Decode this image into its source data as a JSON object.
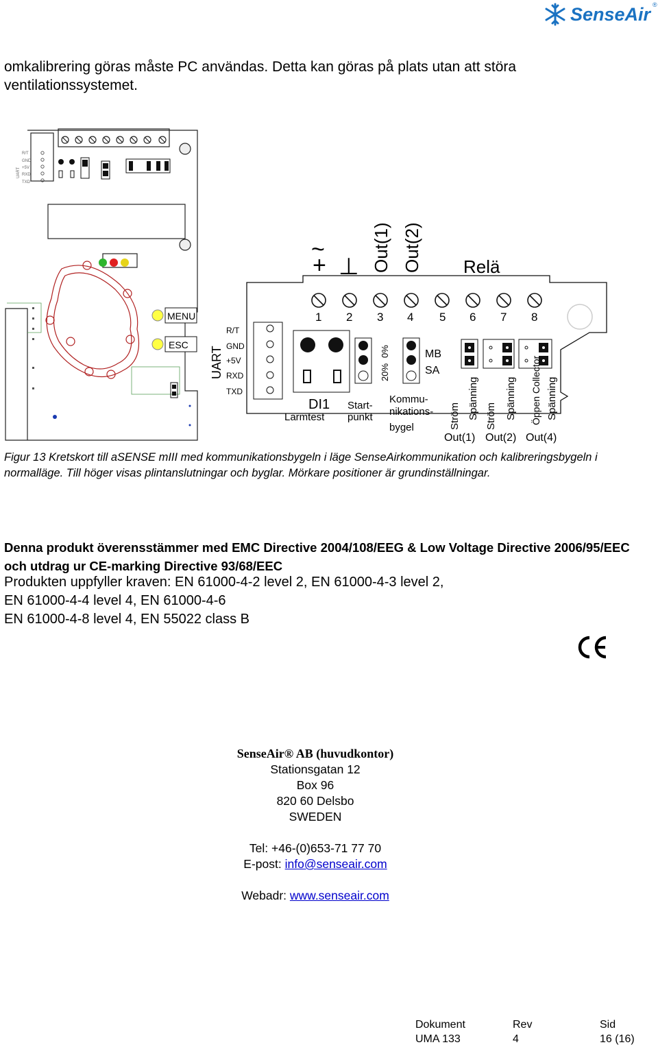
{
  "brand": {
    "name": "SenseAir",
    "reg": "®"
  },
  "intro": "omkalibrering göras måste PC användas. Detta kan göras på plats utan att störa ventilationssystemet.",
  "figure": {
    "pcb_uart_small": [
      "R/T",
      "GND",
      "+5V",
      "RXD",
      "TXD"
    ],
    "pcb_uart_vertical": "UART",
    "buttons": [
      "MENU",
      "ESC"
    ],
    "uart_label": "UART",
    "uart_pins": [
      "R/T",
      "GND",
      "+5V",
      "RXD",
      "TXD"
    ],
    "top_symbols": {
      "plus": "+",
      "tilde": "~",
      "ground": "⊥",
      "out1": "Out(1)",
      "out2": "Out(2)",
      "rela": "Relä"
    },
    "terminal_numbers": [
      "1",
      "2",
      "3",
      "4",
      "5",
      "6",
      "7",
      "8"
    ],
    "di1": "DI1",
    "larmtest": "Larmtest",
    "startpunkt": [
      "Start-",
      "punkt"
    ],
    "percent_20": "20%",
    "percent_0": "0%",
    "mb": "MB",
    "sa": "SA",
    "kommunikation": [
      "Kommu-",
      "nikations-",
      "bygel"
    ],
    "output_modes": [
      "Ström",
      "Spänning",
      "Ström",
      "Spänning",
      "Öppen Collector",
      "Spänning"
    ],
    "output_groups": [
      "Out(1)",
      "Out(2)",
      "Out(4)"
    ]
  },
  "caption": "Figur 13 Kretskort till aSENSE mIII med kommunikationsbygeln i läge SenseAirkommunikation och kalibreringsbygeln i normalläge. Till höger visas plintanslutningar och byglar. Mörkare positioner är grundinställningar.",
  "declaration": {
    "bold": "Denna produkt överensstämmer med EMC Directive 2004/108/EEG & Low Voltage Directive 2006/95/EEC och utdrag ur CE-marking Directive 93/68/EEC",
    "lines": [
      "Produkten uppfyller kraven: EN 61000-4-2 level 2, EN 61000-4-3 level 2,",
      "EN 61000-4-4 level 4, EN 61000-4-6",
      "EN 61000-4-8 level 4, EN 55022 class B"
    ]
  },
  "contact": {
    "company": "SenseAir® AB (huvudkontor)",
    "street": "Stationsgatan 12",
    "box": "Box 96",
    "postal": "820 60 Delsbo",
    "country": "SWEDEN",
    "tel": "Tel:  +46-(0)653-71 77 70",
    "email_label": "E-post: ",
    "email": "info@senseair.com",
    "web_label": "Webadr: ",
    "web": "www.senseair.com"
  },
  "footer": {
    "doc_label": "Dokument",
    "doc_value": "UMA 133",
    "rev_label": "Rev",
    "rev_value": "4",
    "page_label": "Sid",
    "page_value": "16 (16)"
  }
}
